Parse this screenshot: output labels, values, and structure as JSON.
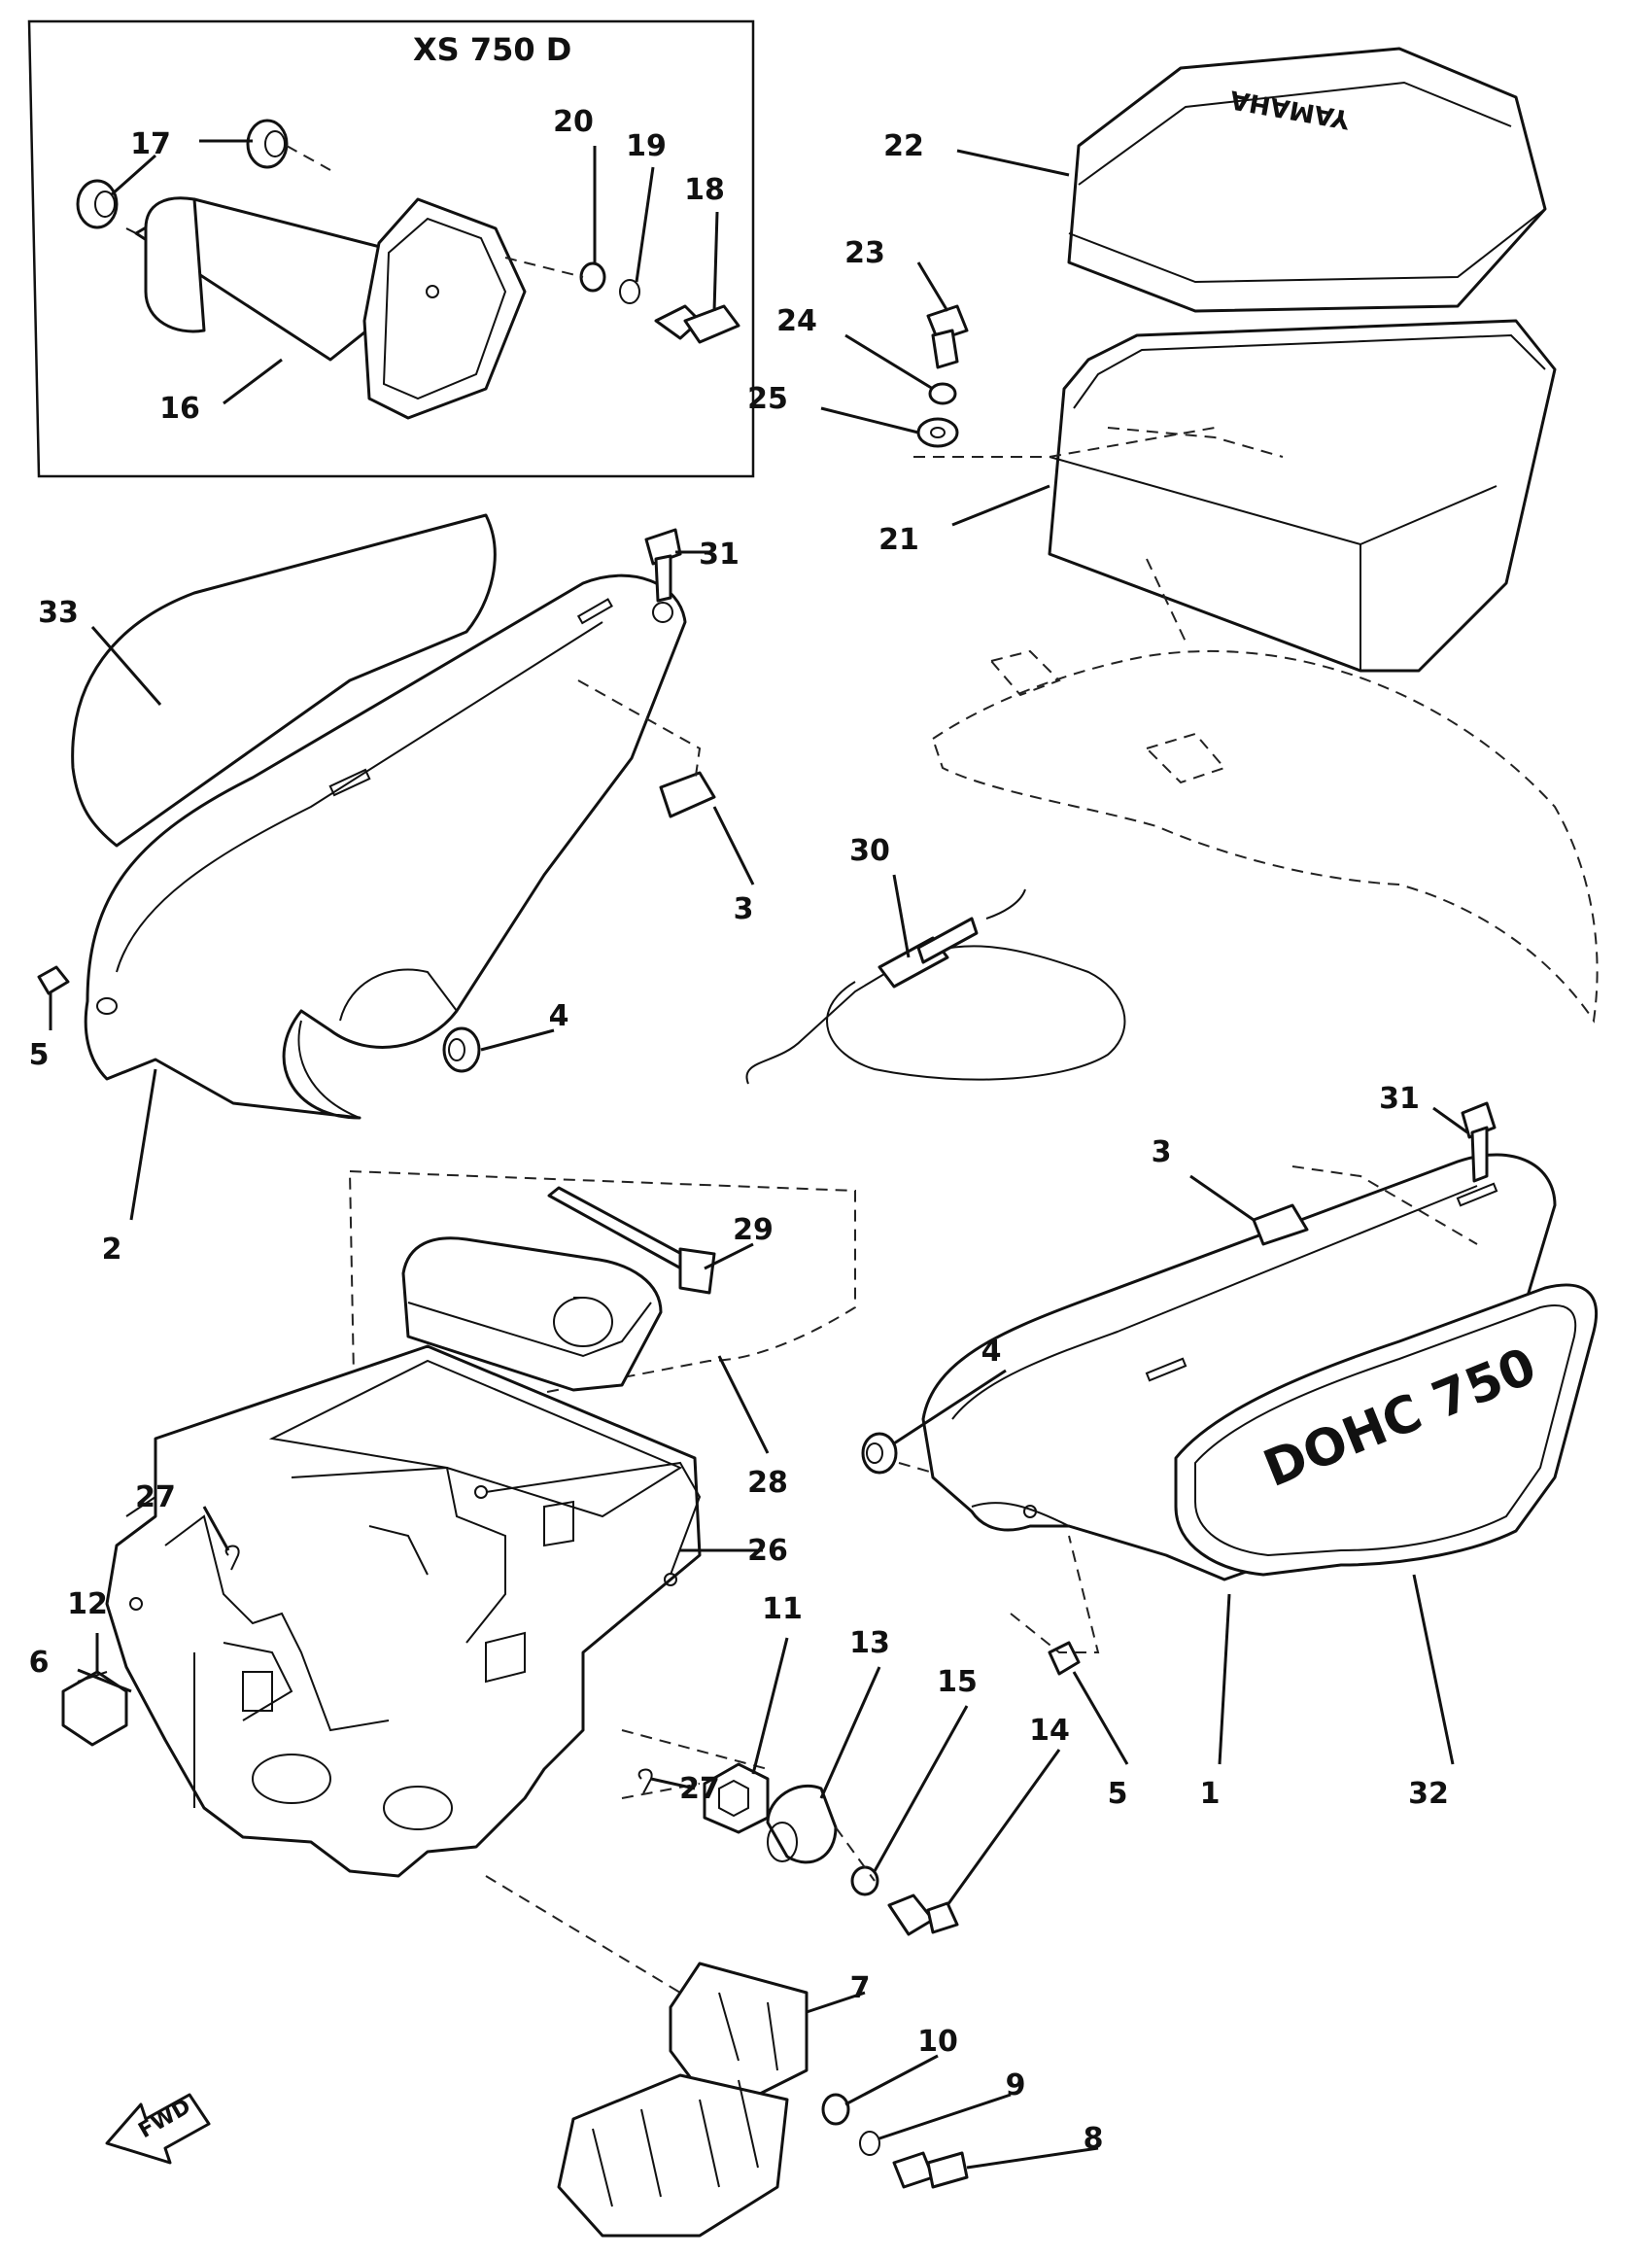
{
  "inset_title": "XS 750 D",
  "fwd_label": "FWD",
  "side_cover_badge": "DOHC 750",
  "airbox_lid_brand": "YAMAHA",
  "callouts": [
    {
      "id": "c17",
      "num": "17"
    },
    {
      "id": "c20",
      "num": "20"
    },
    {
      "id": "c19",
      "num": "19"
    },
    {
      "id": "c18",
      "num": "18"
    },
    {
      "id": "c16",
      "num": "16"
    },
    {
      "id": "c22",
      "num": "22"
    },
    {
      "id": "c23",
      "num": "23"
    },
    {
      "id": "c24",
      "num": "24"
    },
    {
      "id": "c25",
      "num": "25"
    },
    {
      "id": "c21",
      "num": "21"
    },
    {
      "id": "c31a",
      "num": "31"
    },
    {
      "id": "c33",
      "num": "33"
    },
    {
      "id": "c3a",
      "num": "3"
    },
    {
      "id": "c30",
      "num": "30"
    },
    {
      "id": "c5a",
      "num": "5"
    },
    {
      "id": "c4a",
      "num": "4"
    },
    {
      "id": "c2",
      "num": "2"
    },
    {
      "id": "c31b",
      "num": "31"
    },
    {
      "id": "c3b",
      "num": "3"
    },
    {
      "id": "c29",
      "num": "29"
    },
    {
      "id": "c4b",
      "num": "4"
    },
    {
      "id": "c28",
      "num": "28"
    },
    {
      "id": "c27a",
      "num": "27"
    },
    {
      "id": "c26",
      "num": "26"
    },
    {
      "id": "c12",
      "num": "12"
    },
    {
      "id": "c11",
      "num": "11"
    },
    {
      "id": "c13",
      "num": "13"
    },
    {
      "id": "c15",
      "num": "15"
    },
    {
      "id": "c14",
      "num": "14"
    },
    {
      "id": "c6",
      "num": "6"
    },
    {
      "id": "c27b",
      "num": "27"
    },
    {
      "id": "c7",
      "num": "7"
    },
    {
      "id": "c10",
      "num": "10"
    },
    {
      "id": "c9",
      "num": "9"
    },
    {
      "id": "c8",
      "num": "8"
    },
    {
      "id": "c5b",
      "num": "5"
    },
    {
      "id": "c1",
      "num": "1"
    },
    {
      "id": "c32",
      "num": "32"
    }
  ]
}
